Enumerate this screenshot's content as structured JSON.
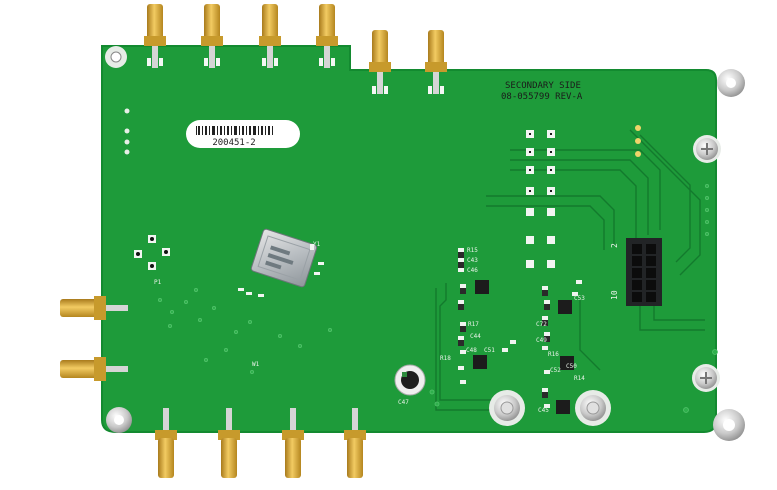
{
  "board": {
    "silkscreen_line1": "SECONDARY SIDE",
    "silkscreen_line2": "08-055799 REV-A",
    "barcode_label": "200451-2",
    "header_pin_top": "2",
    "header_pin_bottom": "10",
    "capacitor_label": "C47",
    "designators": {
      "r15": "R15",
      "c43": "C43",
      "c46": "C46",
      "r17": "R17",
      "c44": "C44",
      "c48": "C48",
      "c53": "C53",
      "c72": "C72",
      "c49": "C49",
      "r14": "R14",
      "c45": "C45",
      "r16": "R16",
      "c50": "C50",
      "c51": "C51",
      "r18": "R18",
      "c52": "C52",
      "y1": "Y1",
      "w1": "W1",
      "p1": "P1"
    }
  },
  "colors": {
    "pcb": "#1e9b3a",
    "pcb_dark": "#148030",
    "silkscreen": "#e9f3e9",
    "gold": "#d9a93a",
    "background": "#ffffff"
  }
}
